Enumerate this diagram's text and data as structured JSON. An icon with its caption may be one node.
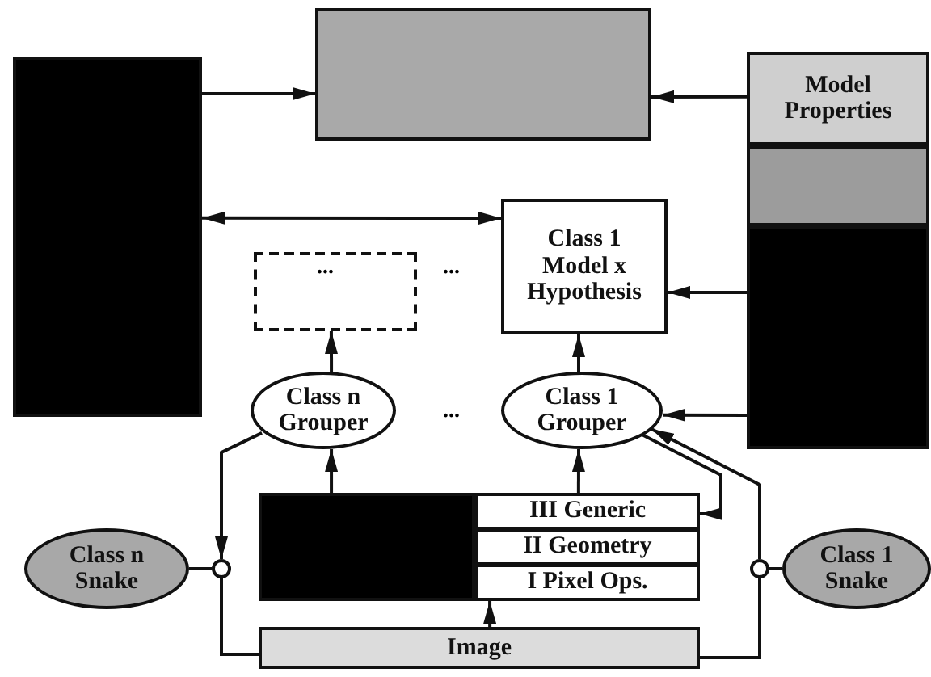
{
  "diagram": {
    "nodes": [
      {
        "text": [],
        "shape": "box"
      },
      {
        "text": [],
        "shape": "box"
      },
      {
        "text": [
          "Model Properties"
        ]
      },
      {
        "text": [],
        "shape": "box"
      },
      {
        "text": [],
        "shape": "box"
      },
      {
        "text": [
          "Class 1 Model x Hypothesis"
        ]
      },
      {
        "text": [],
        "shape": "box"
      },
      {
        "text": [
          "Class n Grouper"
        ]
      },
      {
        "text": [
          "Class 1 Grouper"
        ]
      },
      {
        "text": [],
        "shape": "box"
      },
      {
        "text": [
          "III Generic"
        ]
      },
      {
        "text": [
          "II Geometry"
        ]
      },
      {
        "text": [
          "I Pixel Ops."
        ]
      },
      {
        "text": [
          "Image"
        ]
      },
      {
        "text": [
          "Class n Snake"
        ]
      },
      {
        "text": [
          "Class 1 Snake"
        ]
      },
      {
        "text": [],
        "shape": "circle"
      },
      {
        "text": [],
        "shape": "circle"
      }
    ],
    "edges": [
      {
        "from": 0,
        "to": 1,
        "arrow": "to"
      },
      {
        "from": 2,
        "to": 1,
        "arrow": "to"
      },
      {
        "from": 0,
        "to": 5,
        "arrow": "both"
      },
      {
        "from": 4,
        "to": 5,
        "arrow": "to"
      },
      {
        "from": 4,
        "to": 8,
        "arrow": "to"
      },
      {
        "from": 7,
        "to": 6,
        "arrow": "to"
      },
      {
        "from": 8,
        "to": 5,
        "arrow": "to"
      },
      {
        "from": 9,
        "to": 7,
        "arrow": "to"
      },
      {
        "from": 10,
        "to": 8,
        "arrow": "to"
      },
      {
        "from": 13,
        "to": 12,
        "arrow": "to"
      },
      {
        "from": 7,
        "to": 16,
        "arrow": "to"
      },
      {
        "from": 16,
        "to": 13,
        "arrow": "none"
      },
      {
        "from": 14,
        "to": 16,
        "arrow": "none"
      },
      {
        "from": 13,
        "to": 17,
        "arrow": "none"
      },
      {
        "from": 17,
        "to": 8,
        "arrow": "to"
      },
      {
        "from": 15,
        "to": 17,
        "arrow": "none"
      },
      {
        "from": 8,
        "to": 10,
        "arrow": "to"
      }
    ],
    "labels": [
      "...",
      "...",
      "..."
    ]
  }
}
